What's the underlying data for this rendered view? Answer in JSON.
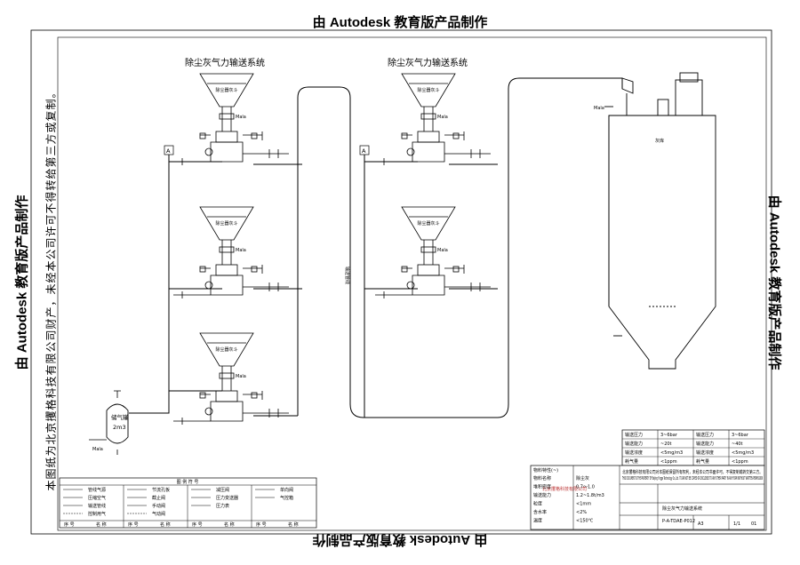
{
  "watermark": {
    "top": "由 Autodesk 教育版产品制作",
    "bottom": "由 Autodesk 教育版产品制作",
    "left": "由 Autodesk 教育版产品制作",
    "right": "由 Autodesk 教育版产品制作"
  },
  "side_note": "本图纸为北京攫格科技有限公司财产，未经本公司许可不得转给第三方或复制。",
  "system_titles": [
    "除尘灰气力输送系统",
    "除尘灰气力输送系统"
  ],
  "hopper_label": "除尘器灰斗",
  "silo_label": "灰库",
  "gas_tank": {
    "name": "储气罐",
    "volume": "2m3"
  },
  "mala_label": "Mala",
  "conveying_pipe_label": "输送管线",
  "marker_a": "A",
  "legend": {
    "title": "图 例 符 号",
    "col1": [
      "管线气源",
      "压缩空气",
      "输送管线",
      "控制用气"
    ],
    "col2": [
      "节流孔板",
      "截止阀",
      "手动阀",
      "气动阀"
    ],
    "col3": [
      "减压阀",
      "压力变送器",
      "压力表"
    ],
    "col4": [
      "单向阀",
      "气控箱"
    ],
    "footer": [
      "序 号",
      "名 称",
      "序 号",
      "名 称",
      "序 号",
      "名 称",
      "序 号",
      "名 称"
    ]
  },
  "params_table": {
    "rows": [
      {
        "label": "输送压力",
        "left": "3~6bar",
        "right": "3~6bar"
      },
      {
        "label": "输送能力",
        "left": "~20t",
        "right": "~40t"
      },
      {
        "label": "输送浓度",
        "left": "<5mg/m3",
        "right": "<5mg/m3"
      },
      {
        "label": "耗气量",
        "left": "<1ppm",
        "right": "<1ppm"
      }
    ]
  },
  "spec_table": {
    "header": "物料特性(~)",
    "rows": [
      {
        "label": "物料名称",
        "value": "除尘灰"
      },
      {
        "label": "堆积密度",
        "value": "0.7～1.0"
      },
      {
        "label": "输送能力",
        "value": "1.2~1.8t/m3"
      },
      {
        "label": "粒度",
        "value": "<1mm"
      },
      {
        "label": "含水率",
        "value": "<2%"
      },
      {
        "label": "温度",
        "value": "<150℃"
      }
    ]
  },
  "title_block": {
    "company": "北京攫格科技有限公司",
    "drawing_name": "除尘灰气力输送系统",
    "drawing_no": "P-A-TDAE-P012",
    "scale": "A3",
    "sheet": "1/1",
    "rev": "01",
    "notice_cn": "北京攫格科技有限公司对本图纸保留所有权利，未经本公司书面许可，不得复制或转交第三方。",
    "notice_en": "THIS DOCUMENT IS THE PROPERTY OF Beijing Yingge Technology Co.,Ltd. IT CAN NOT BE COPIED OR DISCLOSED TO ANY OTHER PARTY IN ANY FORM WITHOUT WRITTEN PERMISSION"
  }
}
